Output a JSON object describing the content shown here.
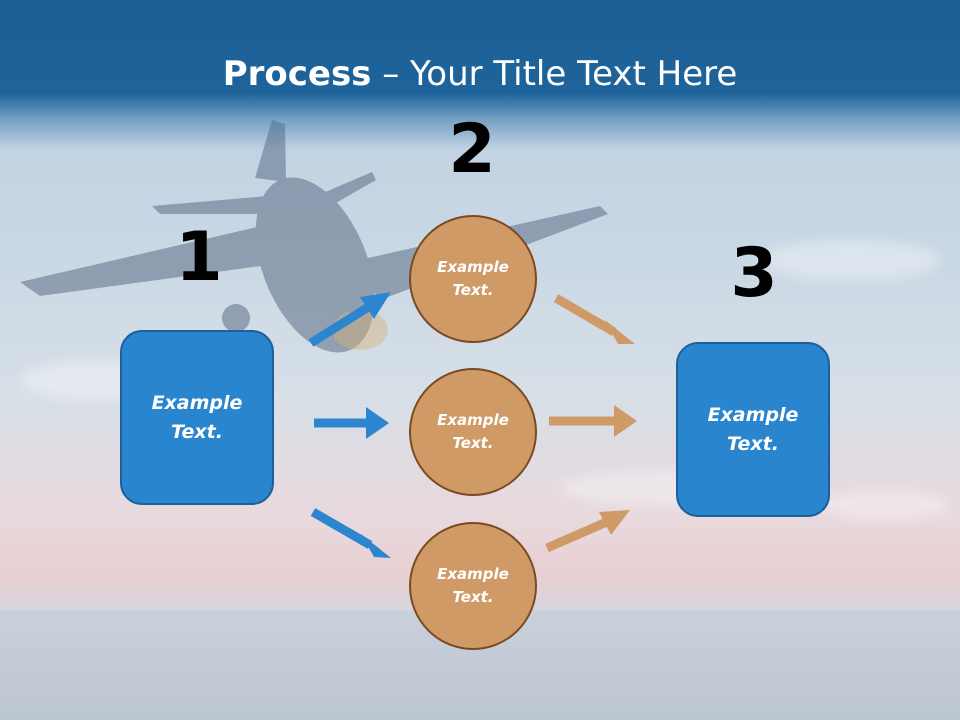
{
  "title": {
    "bold": "Process",
    "rest": " – Your Title Text Here"
  },
  "steps": {
    "one": "1",
    "two": "2",
    "three": "3"
  },
  "start_box": {
    "label": "Example\nText."
  },
  "circles": [
    {
      "label": "Example\nText."
    },
    {
      "label": "Example\nText."
    },
    {
      "label": "Example\nText."
    }
  ],
  "end_box": {
    "label": "Example\nText."
  },
  "colors": {
    "blue_box": "#2a85cf",
    "orange_circle": "#cf9a66",
    "blue_arrow": "#2b86cf",
    "orange_arrow": "#cf9a66",
    "header": "#1e6399"
  }
}
